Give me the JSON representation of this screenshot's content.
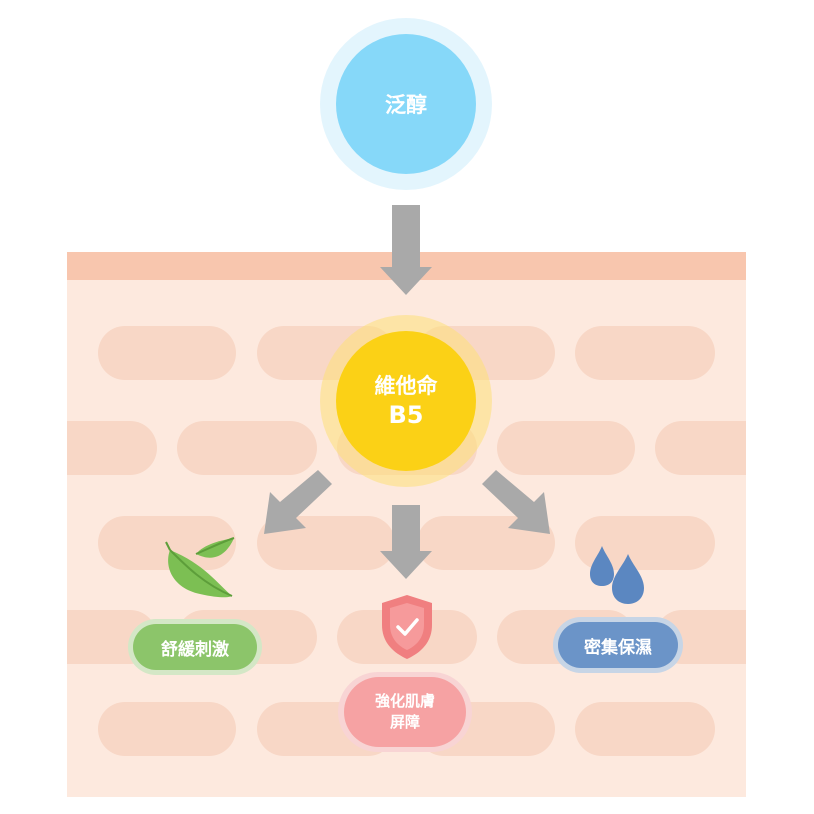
{
  "nodes": {
    "source": "泛醇",
    "center_line1": "維他命",
    "center_line2": "B5"
  },
  "effects": {
    "soothe": "舒緩刺激",
    "barrier_line1": "強化肌膚",
    "barrier_line2": "屏障",
    "moisturize": "密集保濕"
  },
  "icons": [
    "leaf-icon",
    "shield-check-icon",
    "water-drops-icon"
  ],
  "colors": {
    "source": "#86d8f9",
    "center": "#fbd116",
    "soothe": "#8cc56a",
    "barrier": "#f6a2a3",
    "moisturize": "#6b94c8",
    "arrow": "#a9a9a9",
    "skin": "#fde9de"
  }
}
